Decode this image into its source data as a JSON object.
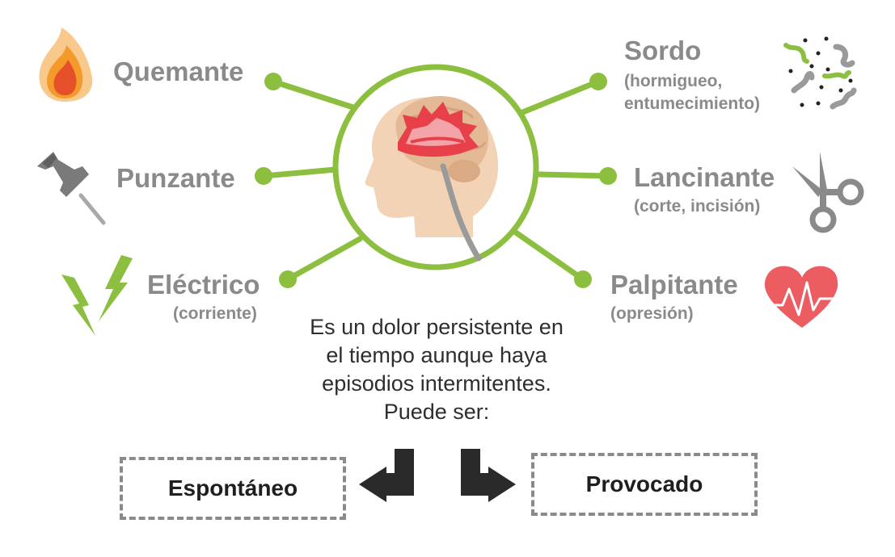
{
  "pain_types": {
    "burning": {
      "title": "Quemante",
      "icon": "flame-icon"
    },
    "stabbing": {
      "title": "Punzante",
      "icon": "pushpin-icon"
    },
    "electric": {
      "title": "Eléctrico",
      "subtitle": "(corriente)",
      "icon": "lightning-icon"
    },
    "dull": {
      "title": "Sordo",
      "subtitle_line1": "(hormigueo,",
      "subtitle_line2": "entumecimiento)",
      "icon": "tingling-squiggles-icon"
    },
    "lancinating": {
      "title": "Lancinante",
      "subtitle": "(corte, incisión)",
      "icon": "scissors-icon"
    },
    "throbbing": {
      "title": "Palpitante",
      "subtitle": "(opresión)",
      "icon": "heart-pulse-icon"
    }
  },
  "center_icon": "head-brain-pain-icon",
  "description": {
    "line1": "Es un dolor persistente en",
    "line2": "el tiempo aunque haya",
    "line3": "episodios intermitentes.",
    "line4": "Puede ser:"
  },
  "outcomes": {
    "left": "Espontáneo",
    "right": "Provocado"
  },
  "colors": {
    "accent_green": "#8cbf3f",
    "label_gray": "#8a8a8a",
    "arrow_dark": "#2a2a2a",
    "head_skin": "#f3d3b5",
    "pain_red": "#e8404a",
    "heart_red": "#ec5d62",
    "flame_orange": "#f39a2a"
  }
}
